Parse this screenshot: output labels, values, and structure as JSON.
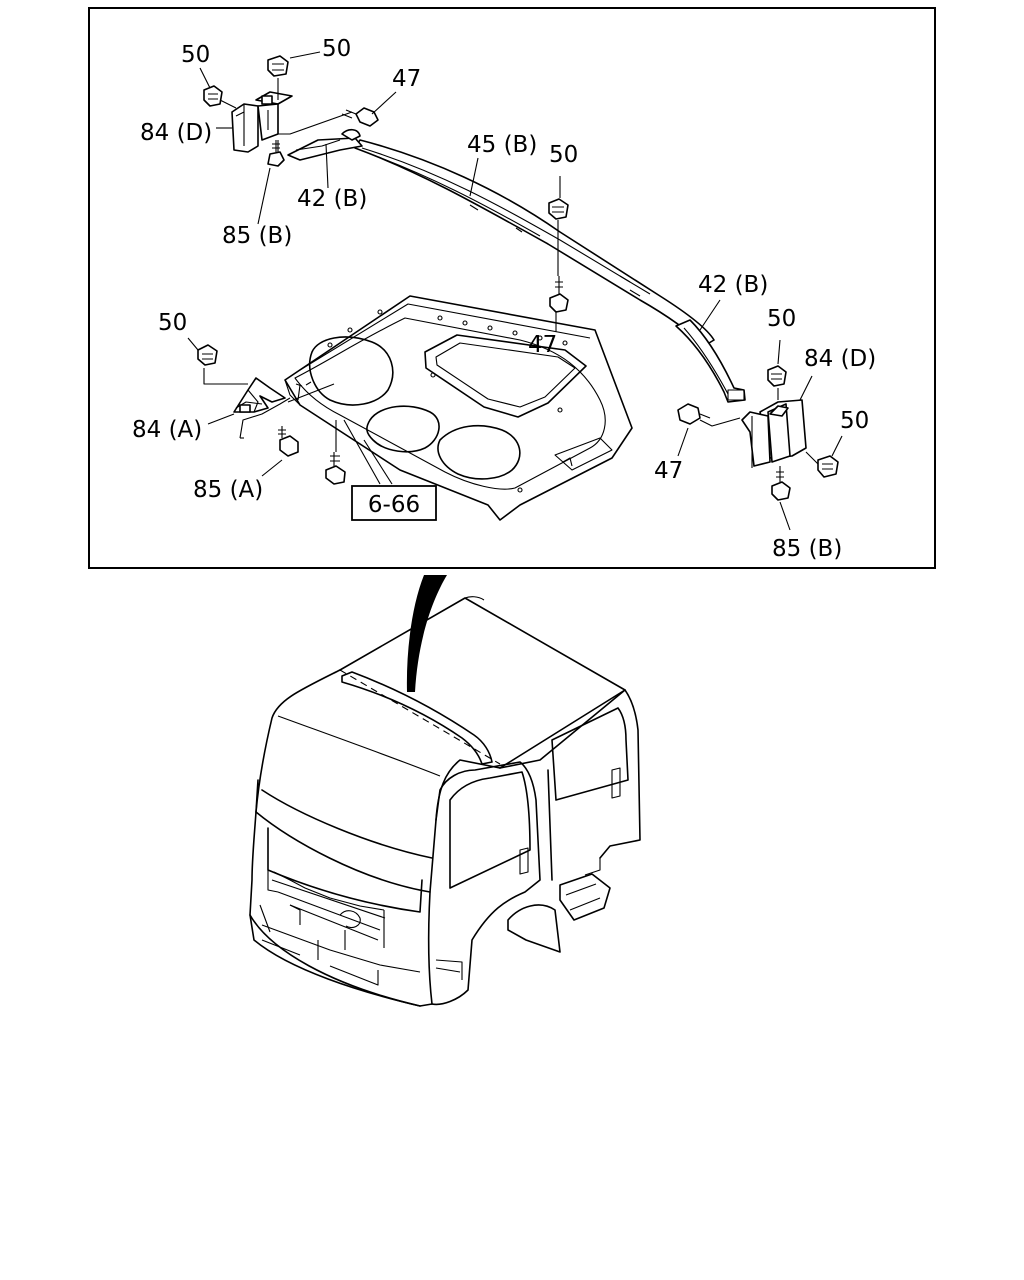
{
  "callouts": {
    "c50_top_left": "50",
    "c50_top_mid": "50",
    "c47_top": "47",
    "c84d_left": "84 (D)",
    "c42b_left": "42 (B)",
    "c85b_left": "85 (B)",
    "c45b": "45 (B)",
    "c50_rail": "50",
    "c42b_right": "42 (B)",
    "c50_left_mid": "50",
    "c47_mid": "47",
    "c84a": "84 (A)",
    "c85a": "85 (A)",
    "c50_right_top": "50",
    "c84d_right": "84 (D)",
    "c50_right": "50",
    "c47_right": "47",
    "c85b_right": "85 (B)"
  },
  "reference_box": {
    "label": "6-66"
  }
}
